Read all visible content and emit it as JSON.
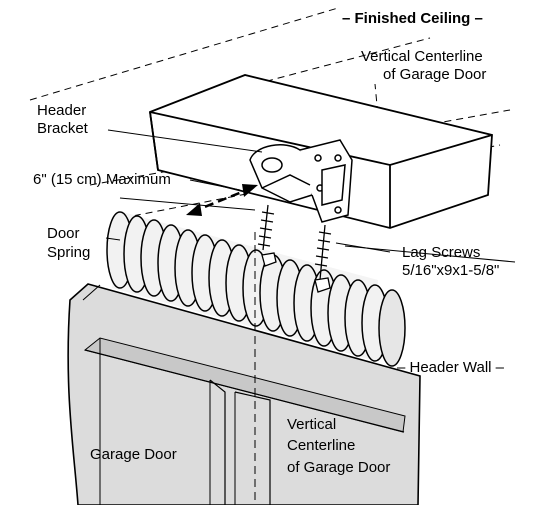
{
  "labels": {
    "finished_ceiling": "– Finished Ceiling –",
    "vertical_centerline_top_1": "Vertical Centerline",
    "vertical_centerline_top_2": "of Garage Door",
    "header_bracket_1": "Header",
    "header_bracket_2": "Bracket",
    "maximum": "6\" (15 cm) Maximum",
    "door_spring_1": "Door",
    "door_spring_2": "Spring",
    "lag_screws_1": "Lag Screws",
    "lag_screws_2": "5/16\"x9x1-5/8\"",
    "header_wall": "– Header Wall –",
    "garage_door": "Garage Door",
    "vertical_centerline_bottom_1": "Vertical",
    "vertical_centerline_bottom_2": "Centerline",
    "vertical_centerline_bottom_3": "of Garage Door"
  },
  "colors": {
    "line": "#000000",
    "door_fill": "#dcdcdc",
    "spring_fill": "#f2f2f2",
    "background": "#ffffff"
  }
}
